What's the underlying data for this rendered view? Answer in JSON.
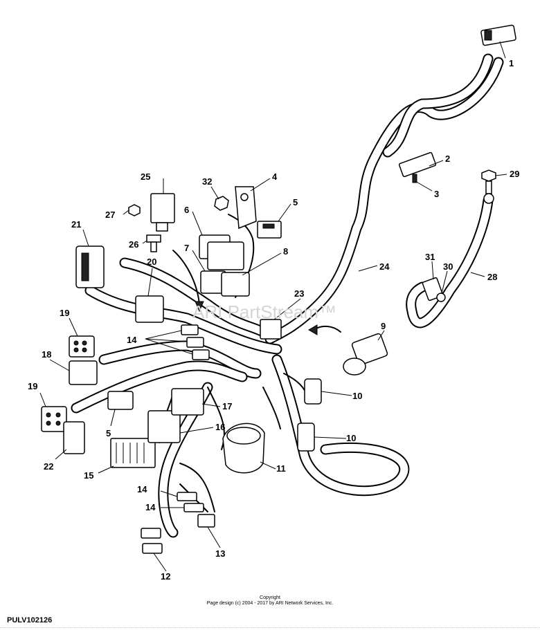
{
  "watermark": "ARI PartStream™",
  "copyright": {
    "title": "Copyright",
    "line": "Page design (c) 2004 - 2017 by ARI Network Services, Inc."
  },
  "page_id": "PULV102126",
  "callouts": [
    "1",
    "2",
    "3",
    "4",
    "5",
    "5",
    "6",
    "7",
    "8",
    "9",
    "10",
    "10",
    "11",
    "12",
    "13",
    "14",
    "14",
    "14",
    "15",
    "16",
    "17",
    "18",
    "19",
    "19",
    "20",
    "21",
    "22",
    "23",
    "24",
    "25",
    "26",
    "27",
    "28",
    "29",
    "30",
    "31",
    "32"
  ]
}
